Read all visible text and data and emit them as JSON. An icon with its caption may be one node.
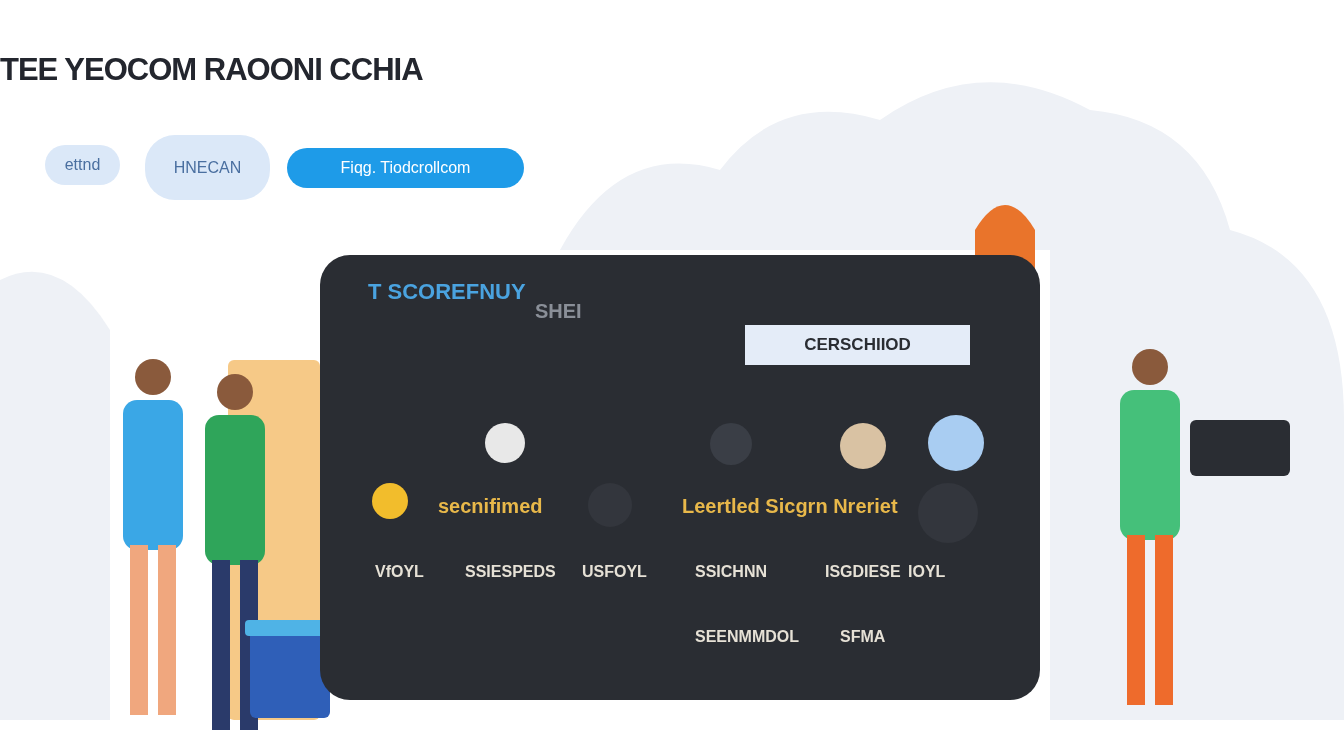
{
  "diagram": {
    "title": "TEE YEOCOM RAOONI CCHIA",
    "nodes": [
      {
        "text": [
          "ettnd"
        ]
      },
      {
        "text": [
          "HNECAN"
        ]
      },
      {
        "text": [
          "Fiqg. Tiodcrollcom"
        ]
      },
      {
        "text": [
          "T SCOREFNUY"
        ]
      },
      {
        "text": [
          "CERSCHIIOD"
        ],
        "in": 3
      }
    ],
    "labels": [
      "SHEI",
      "secnifimed",
      "Leertled Sicgrn Nreriet",
      "VfOYL",
      "SSIESPEDS",
      "USFOYL",
      "SSICHNN",
      "ISGDIESE",
      "IOYL",
      "SEENMMDOL",
      "SFMA"
    ]
  }
}
